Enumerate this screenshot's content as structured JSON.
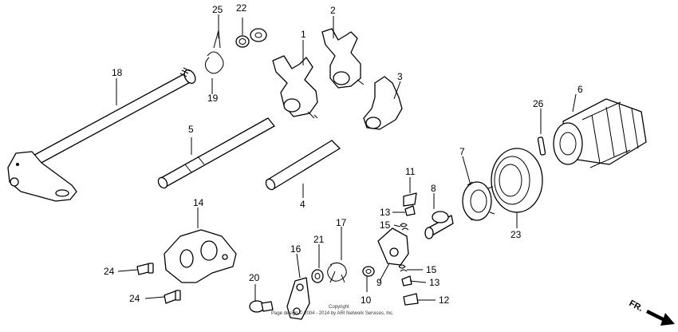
{
  "callouts": {
    "c1": "1",
    "c2": "2",
    "c3": "3",
    "c4": "4",
    "c5": "5",
    "c6": "6",
    "c7": "7",
    "c8": "8",
    "c9": "9",
    "c10": "10",
    "c11": "11",
    "c12": "12",
    "c13a": "13",
    "c13b": "13",
    "c14": "14",
    "c15a": "15",
    "c15b": "15",
    "c16": "16",
    "c17": "17",
    "c18": "18",
    "c19": "19",
    "c20": "20",
    "c21": "21",
    "c22": "22",
    "c23": "23",
    "c24a": "24",
    "c24b": "24",
    "c25": "25",
    "c26": "26"
  },
  "copyright": {
    "line1": "Copyright",
    "line2": "Page design © 2004 - 2014 by ARI Network Services, Inc."
  },
  "direction_label": "FR."
}
